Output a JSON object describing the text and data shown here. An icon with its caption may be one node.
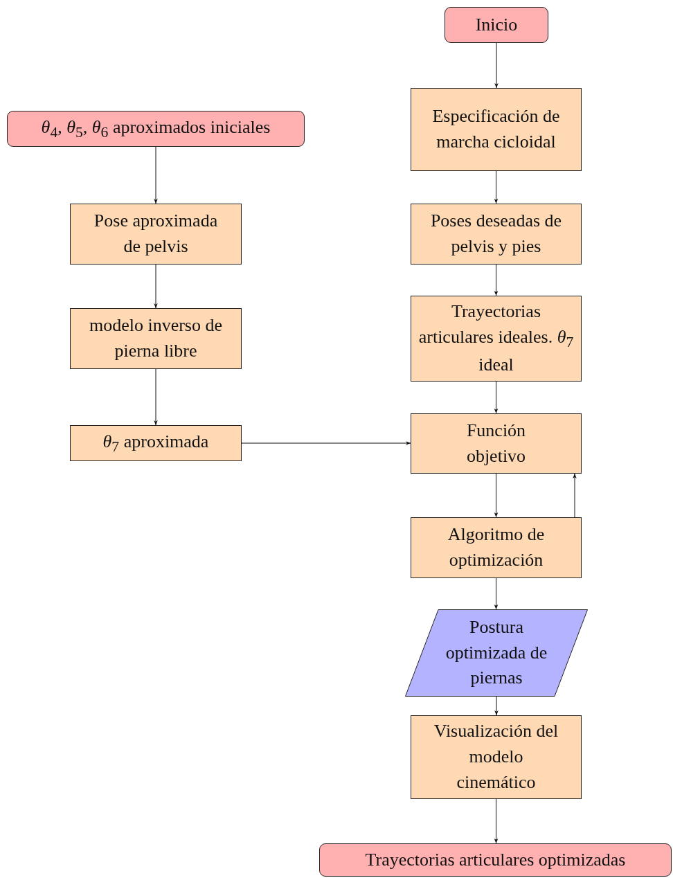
{
  "diagram": {
    "nodes": [
      {
        "text": [
          "Inicio"
        ]
      },
      {
        "text": [
          "*θ*$_{4}$, *θ*$_{5}$, *θ*$_{6}$ aproximados iniciales"
        ]
      },
      {
        "text": [
          "Especificación de marcha cicloidal"
        ]
      },
      {
        "text": [
          "Pose aproximada de pelvis"
        ]
      },
      {
        "text": [
          "Poses deseadas de pelvis y pies"
        ]
      },
      {
        "text": [
          "modelo inverso de pierna libre"
        ]
      },
      {
        "text": [
          "Trayectorias articulares ideales. *θ*$_{7}$ ideal"
        ]
      },
      {
        "text": [
          "*θ*$_{7}$ aproximada"
        ]
      },
      {
        "text": [
          "Función objetivo"
        ]
      },
      {
        "text": [
          "Algoritmo de optimización"
        ]
      },
      {
        "text": [
          "Postura optimizada de piernas"
        ]
      },
      {
        "text": [
          "Visualización del modelo cinemático"
        ]
      },
      {
        "text": [
          "Trayectorias articulares optimizadas"
        ]
      }
    ],
    "edges": [
      {
        "from": 0,
        "to": 2,
        "arrow": "to"
      },
      {
        "from": 2,
        "to": 4,
        "arrow": "to"
      },
      {
        "from": 4,
        "to": 6,
        "arrow": "to"
      },
      {
        "from": 6,
        "to": 8,
        "arrow": "to"
      },
      {
        "from": 1,
        "to": 3,
        "arrow": "to"
      },
      {
        "from": 3,
        "to": 5,
        "arrow": "to"
      },
      {
        "from": 5,
        "to": 7,
        "arrow": "to"
      },
      {
        "from": 7,
        "to": 8,
        "arrow": "to"
      },
      {
        "from": 8,
        "to": 9,
        "arrow": "to"
      },
      {
        "from": 9,
        "to": 8,
        "arrow": "to"
      },
      {
        "from": 9,
        "to": 10,
        "arrow": "to"
      },
      {
        "from": 10,
        "to": 11,
        "arrow": "to"
      },
      {
        "from": 11,
        "to": 12,
        "arrow": "to"
      }
    ]
  }
}
